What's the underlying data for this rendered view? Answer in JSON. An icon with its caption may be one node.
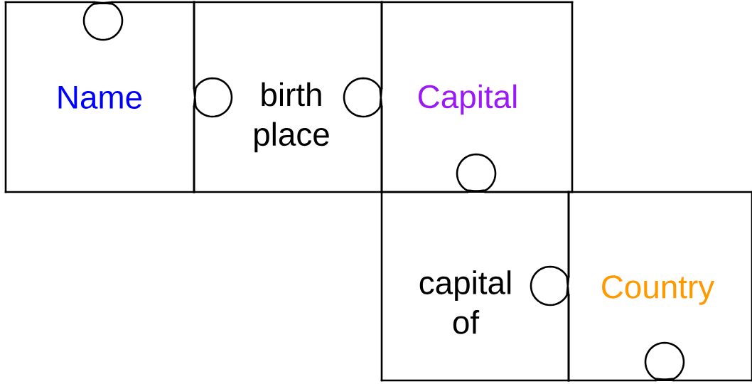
{
  "diagram": {
    "nodes": [
      {
        "text": [
          "Name"
        ]
      },
      {
        "text": [
          "birth place"
        ]
      },
      {
        "text": [
          "Capital"
        ]
      },
      {
        "text": [
          "capital of"
        ]
      },
      {
        "text": [
          "Country"
        ]
      }
    ]
  }
}
